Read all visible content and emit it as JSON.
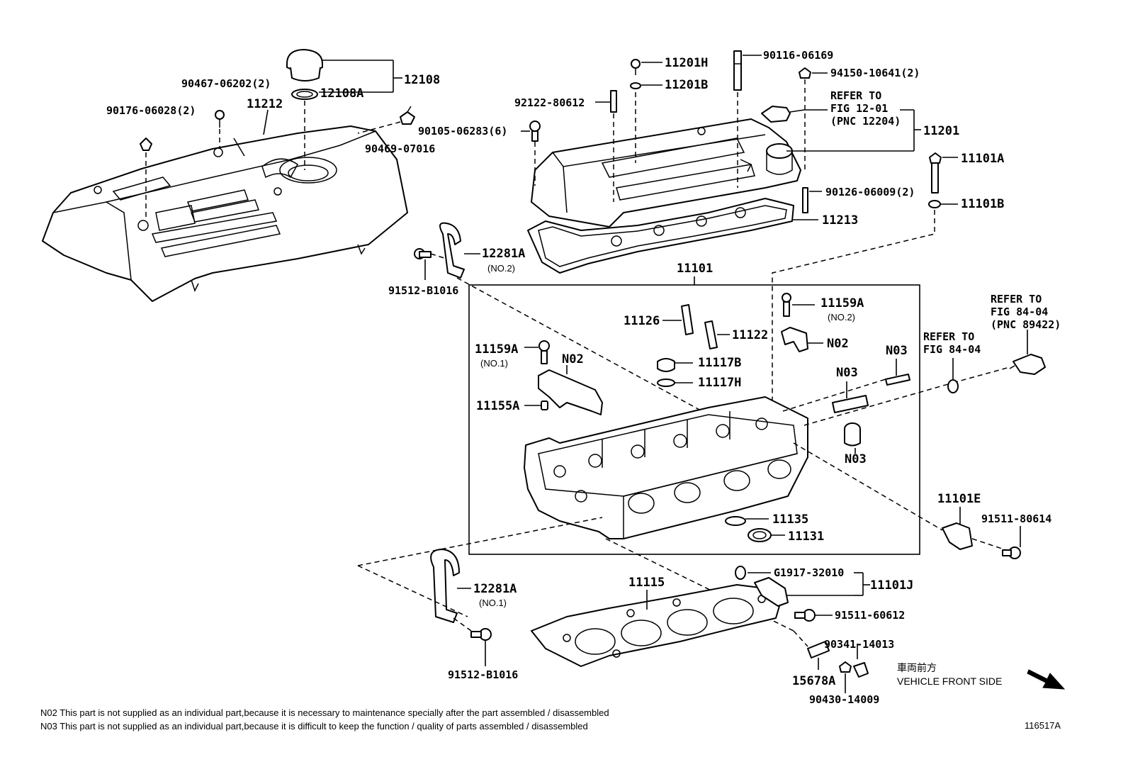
{
  "labels": {
    "p12108": "12108",
    "p12108a": "12108A",
    "p90467": "90467-06202(2)",
    "p90176": "90176-06028(2)",
    "p11212": "11212",
    "p90469": "90469-07016",
    "p11201h": "11201H",
    "p11201b": "11201B",
    "p90116": "90116-06169",
    "p94150": "94150-10641(2)",
    "p92122": "92122-80612",
    "p90105": "90105-06283(6)",
    "ref12_1": "REFER TO",
    "ref12_2": "FIG 12-01",
    "ref12_3": "(PNC 12204)",
    "p11201": "11201",
    "p11101a": "11101A",
    "p90126": "90126-06009(2)",
    "p11101b": "11101B",
    "p11213": "11213",
    "p12281a_top": "12281A",
    "p12281a_top_sub": "(NO.2)",
    "p91512_top": "91512-B1016",
    "p11101": "11101",
    "p11159a_r": "11159A",
    "p11159a_r_sub": "(NO.2)",
    "ref84a_1": "REFER TO",
    "ref84a_2": "FIG 84-04",
    "ref84a_3": "(PNC 89422)",
    "p11126": "11126",
    "p11122": "11122",
    "n02_right": "N02",
    "ref84b_1": "REFER TO",
    "ref84b_2": "FIG 84-04",
    "p11159a_l": "11159A",
    "p11159a_l_sub": "(NO.1)",
    "n02_left": "N02",
    "p11117b": "11117B",
    "n03_a": "N03",
    "n03_b": "N03",
    "p11117h": "11117H",
    "p11155a": "11155A",
    "n03_c": "N03",
    "p11101e": "11101E",
    "p91511_80614": "91511-80614",
    "p11135": "11135",
    "p11131": "11131",
    "pg1917": "G1917-32010",
    "p11101j": "11101J",
    "p12281a_bot": "12281A",
    "p12281a_bot_sub": "(NO.1)",
    "p11115": "11115",
    "p91511_60612": "91511-60612",
    "p90341": "90341-14013",
    "p91512_bot": "91512-B1016",
    "p15678a": "15678A",
    "p90430": "90430-14009",
    "front_jp": "車両前方",
    "front_en": "VEHICLE FRONT SIDE"
  },
  "notes": {
    "n02": "N02 This part is not supplied as an individual part,because it is necessary to maintenance specially after the part assembled / disassembled",
    "n03": "N03 This part is not supplied as an individual part,because it is difficult to keep the function / quality of parts assembled / disassembled",
    "figure_id": "116517A"
  }
}
